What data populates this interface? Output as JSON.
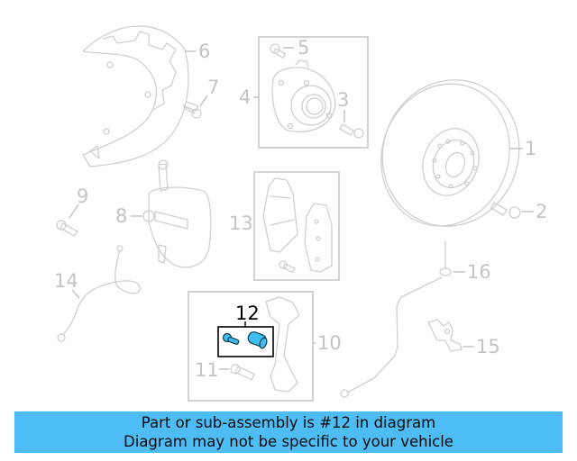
{
  "diagram": {
    "highlight_color": "#4fbdf5",
    "highlighted_part": "12",
    "callouts": [
      {
        "id": "1",
        "label": "1",
        "part": "brake-rotor"
      },
      {
        "id": "2",
        "label": "2",
        "part": "rotor-screw"
      },
      {
        "id": "3",
        "label": "3",
        "part": "hub-bolt"
      },
      {
        "id": "4",
        "label": "4",
        "part": "hub-assembly"
      },
      {
        "id": "5",
        "label": "5",
        "part": "hub-screw"
      },
      {
        "id": "6",
        "label": "6",
        "part": "splash-shield"
      },
      {
        "id": "7",
        "label": "7",
        "part": "shield-bolt"
      },
      {
        "id": "8",
        "label": "8",
        "part": "caliper"
      },
      {
        "id": "9",
        "label": "9",
        "part": "caliper-bolt"
      },
      {
        "id": "10",
        "label": "10",
        "part": "caliper-bracket"
      },
      {
        "id": "11",
        "label": "11",
        "part": "bracket-bolt"
      },
      {
        "id": "12",
        "label": "12",
        "part": "guide-pin-kit"
      },
      {
        "id": "13",
        "label": "13",
        "part": "brake-pads"
      },
      {
        "id": "14",
        "label": "14",
        "part": "brake-hose"
      },
      {
        "id": "15",
        "label": "15",
        "part": "wear-sensor-bracket"
      },
      {
        "id": "16",
        "label": "16",
        "part": "wear-sensor"
      }
    ]
  },
  "banner": {
    "line1": "Part or sub-assembly is #12 in diagram",
    "line2": "Diagram may not be specific to your vehicle",
    "background": "#4fbdf5"
  }
}
